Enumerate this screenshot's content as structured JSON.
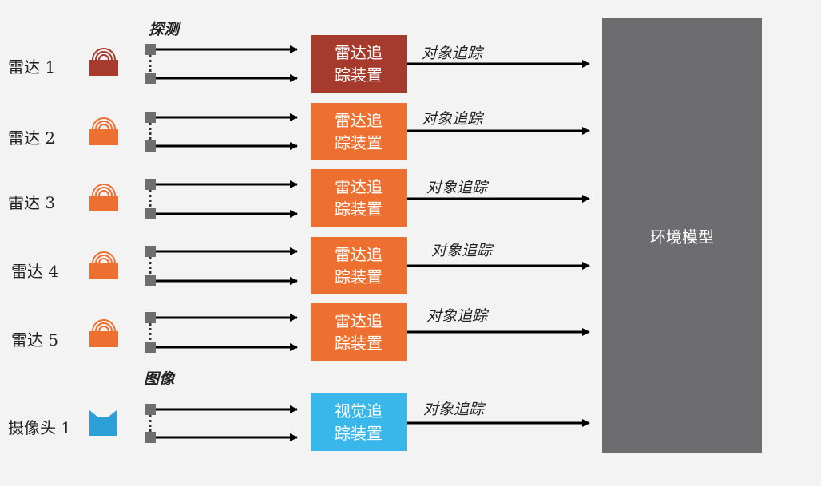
{
  "section_labels": {
    "detection": "探测",
    "image": "图像"
  },
  "sensors": [
    {
      "label": "雷达 1",
      "type": "radar",
      "color": "#a63a2c"
    },
    {
      "label": "雷达 2",
      "type": "radar",
      "color": "#ee7030"
    },
    {
      "label": "雷达 3",
      "type": "radar",
      "color": "#ee7030"
    },
    {
      "label": "雷达 4",
      "type": "radar",
      "color": "#ee7030"
    },
    {
      "label": "雷达 5",
      "type": "radar",
      "color": "#ee7030"
    },
    {
      "label": "摄像头 1",
      "type": "camera",
      "color": "#2b9fd6"
    }
  ],
  "trackers": [
    {
      "line1": "雷达追",
      "line2": "踪装置",
      "color": "#a63a2c"
    },
    {
      "line1": "雷达追",
      "line2": "踪装置",
      "color": "#ee7030"
    },
    {
      "line1": "雷达追",
      "line2": "踪装置",
      "color": "#ee7030"
    },
    {
      "line1": "雷达追",
      "line2": "踪装置",
      "color": "#ee7030"
    },
    {
      "line1": "雷达追",
      "line2": "踪装置",
      "color": "#ee7030"
    },
    {
      "line1": "视觉追",
      "line2": "踪装置",
      "color": "#3ab7ea"
    }
  ],
  "track_label": "对象追踪",
  "environment_model": {
    "label": "环境模型",
    "color": "#6d6d6f"
  },
  "colors": {
    "connector": "#6e6e6e",
    "arrow": "#000000"
  }
}
